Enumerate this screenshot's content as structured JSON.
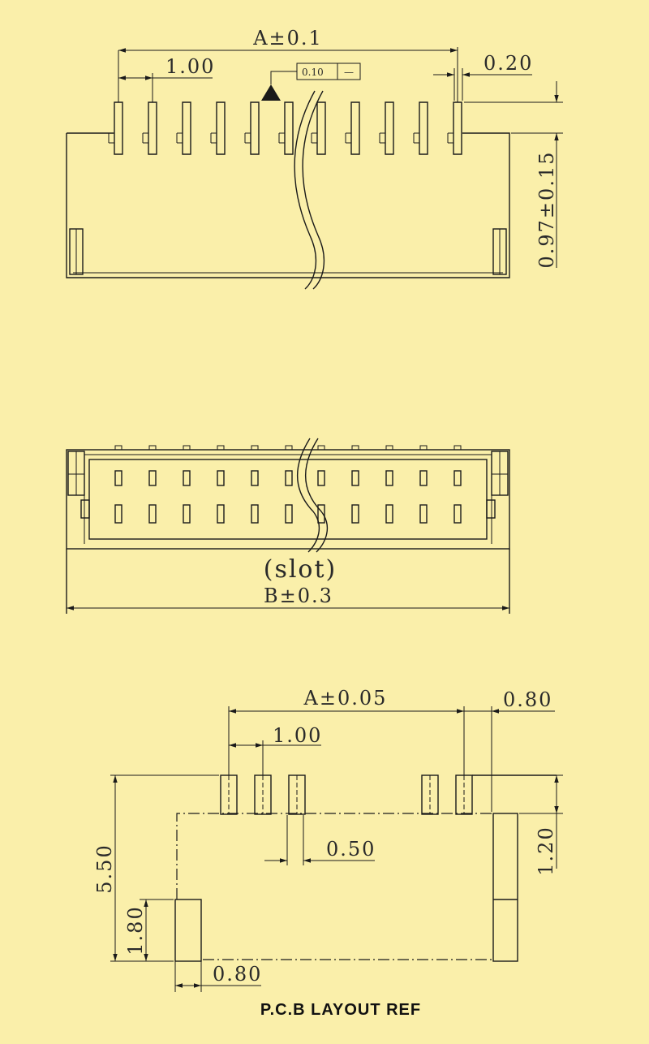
{
  "colors": {
    "background": "#FAEFAA",
    "line": "#1a1a1a"
  },
  "side_view": {
    "dim_overall": "A±0.1",
    "dim_pitch": "1.00",
    "dim_pin_thickness": "0.20",
    "dim_height": "0.97±0.15",
    "flatness_tolerance": "0.10",
    "flatness_box_extra": "—"
  },
  "front_view": {
    "slot_label": "(slot)",
    "dim_overall": "B±0.3"
  },
  "pcb_layout": {
    "dim_overall": "A±0.05",
    "dim_pitch": "1.00",
    "dim_pad_width": "0.50",
    "dim_edge_pad_width": "0.80",
    "dim_edge_pad_width_bottom": "0.80",
    "dim_pad_height": "1.20",
    "dim_total_height": "5.50",
    "dim_mount_pad_height": "1.80",
    "title": "P.C.B LAYOUT REF"
  }
}
